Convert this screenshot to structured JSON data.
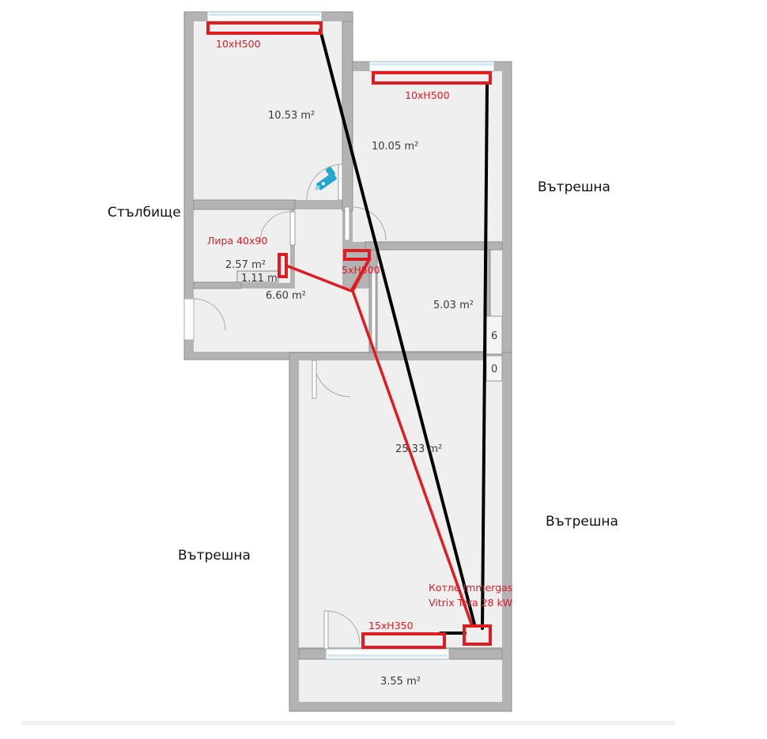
{
  "labels": {
    "stairs": "Стълбище",
    "interior_left": "Вътрешна",
    "interior_right_top": "Вътрешна",
    "interior_right_bottom": "Вътрешна"
  },
  "rooms": {
    "room_a": "10.53 m²",
    "room_b": "10.05 m²",
    "room_c": "2.57 m²",
    "room_c_sub": "1.11 m",
    "hall": "6.60 m²",
    "room_d": "5.03 m²",
    "living": "25.33 m²",
    "balcony": "3.55 m²",
    "closet_top": "6",
    "closet_bottom": "0"
  },
  "radiators": {
    "rad_a": "10xH500",
    "rad_b": "10xH500",
    "towel": "Лира 40x90",
    "rad_c": "5xH500",
    "rad_living": "15xH350"
  },
  "boiler": {
    "line1": "Котле Immergas",
    "line2": "Vitrix Tera 28 kW"
  },
  "colors": {
    "wall": "#b3b3b3",
    "floor": "#efefef",
    "supply_pipe": "#e11b22",
    "return_pipe": "#000000",
    "tap_accent": "#22a7cf"
  }
}
